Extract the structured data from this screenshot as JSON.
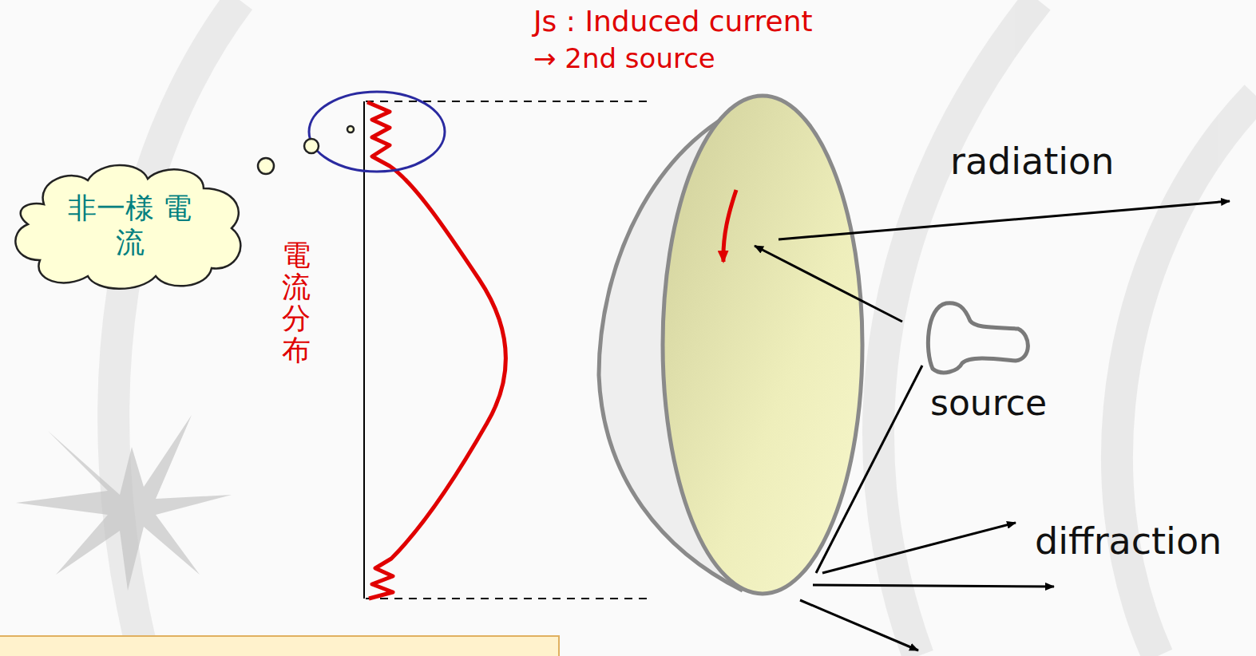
{
  "diagram": {
    "nodes": [
      {
        "text": [
          "非一様 電流"
        ]
      }
    ],
    "labels": [
      "Js : Induced current",
      "→ 2nd source",
      "電流分布",
      "radiation",
      "source",
      "diffraction"
    ]
  }
}
